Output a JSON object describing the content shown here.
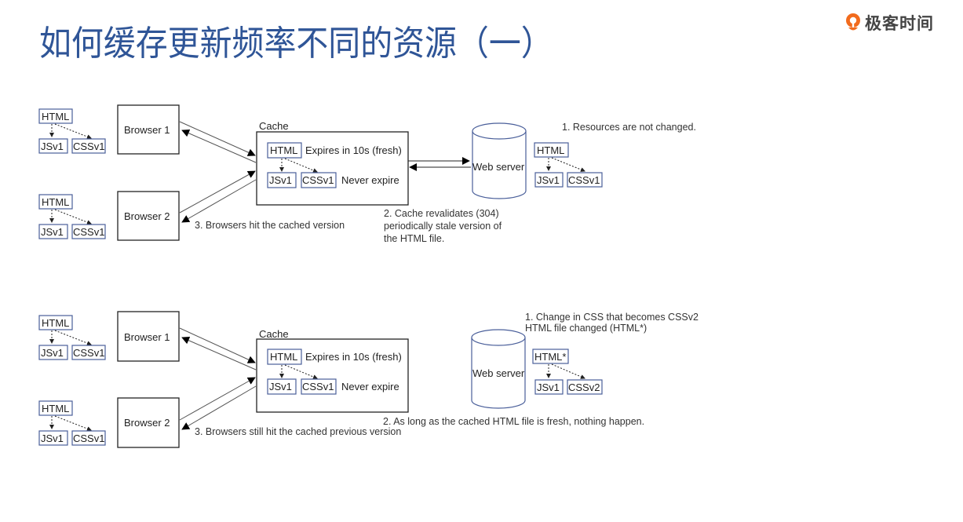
{
  "slide": {
    "title": "如何缓存更新频率不同的资源（一）",
    "logo_text": "极客时间",
    "brand_color": "#f26b1d",
    "title_color": "#2f5597"
  },
  "diagrams": [
    {
      "id": "unchanged",
      "clients": [
        {
          "html": "HTML",
          "js": "JSv1",
          "css": "CSSv1",
          "browser": "Browser 1"
        },
        {
          "html": "HTML",
          "js": "JSv1",
          "css": "CSSv1",
          "browser": "Browser 2"
        }
      ],
      "cache": {
        "label": "Cache",
        "html": "HTML",
        "html_note": "Expires in 10s (fresh)",
        "js": "JSv1",
        "css": "CSSv1",
        "assets_note": "Never expire"
      },
      "server": {
        "label": "Web server",
        "html": "HTML",
        "js": "JSv1",
        "css": "CSSv1"
      },
      "notes": {
        "step1": "1. Resources are not changed.",
        "step2_lines": [
          "2. Cache revalidates (304)",
          "periodically stale version of",
          "the HTML file."
        ],
        "step3": "3. Browsers hit the cached version"
      }
    },
    {
      "id": "css-changed",
      "clients": [
        {
          "html": "HTML",
          "js": "JSv1",
          "css": "CSSv1",
          "browser": "Browser 1"
        },
        {
          "html": "HTML",
          "js": "JSv1",
          "css": "CSSv1",
          "browser": "Browser 2"
        }
      ],
      "cache": {
        "label": "Cache",
        "html": "HTML",
        "html_note": "Expires in 10s (fresh)",
        "js": "JSv1",
        "css": "CSSv1",
        "assets_note": "Never expire"
      },
      "server": {
        "label": "Web server",
        "html": "HTML*",
        "js": "JSv1",
        "css": "CSSv2"
      },
      "notes": {
        "step1_lines": [
          "1. Change in CSS that becomes CSSv2",
          "HTML file changed (HTML*)"
        ],
        "step2": "2. As long as the cached HTML file is fresh, nothing happen.",
        "step3": "3. Browsers still hit the cached previous version"
      }
    }
  ]
}
